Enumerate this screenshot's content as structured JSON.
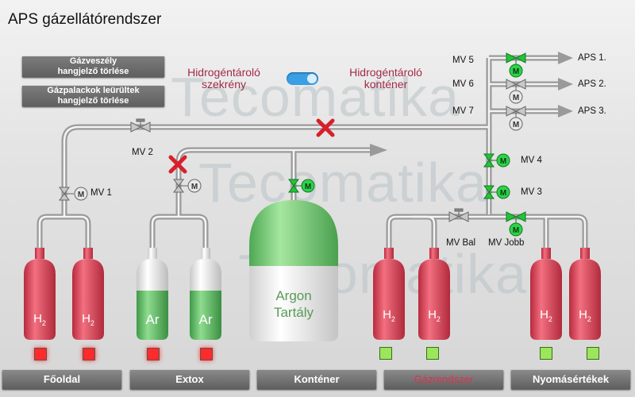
{
  "window": {
    "title": "APS gázellátórendszer"
  },
  "watermark": {
    "text": "Tecomatika"
  },
  "buttons": {
    "gas_leak_reset": [
      "Gázveszély",
      "hangjelző törlése"
    ],
    "cylinder_empty_reset": [
      "Gázpalackok leürültek",
      "hangjelző törlése"
    ]
  },
  "storage": {
    "cabinet_label": [
      "Hidrogéntároló",
      "szekrény"
    ],
    "container_label": [
      "Hidrogéntároló",
      "konténer"
    ],
    "toggle_state": "on"
  },
  "valves": {
    "mv1": "MV 1",
    "mv2": "MV 2",
    "mv3": "MV 3",
    "mv4": "MV 4",
    "mv5": "MV 5",
    "mv6": "MV 6",
    "mv7": "MV 7",
    "mv_left": "MV Bal",
    "mv_right": "MV Jobb",
    "motor_symbol": "M"
  },
  "outputs": {
    "aps1": "APS 1.",
    "aps2": "APS 2.",
    "aps3": "APS 3."
  },
  "cylinders": {
    "h2_main": "H",
    "h2_sub": "2",
    "ar": "Ar"
  },
  "tank": {
    "line1": "Argon",
    "line2": "Tartály"
  },
  "nav": {
    "main": "Főoldal",
    "extox": "Extox",
    "container": "Konténer",
    "gas_system": "Gázrendszer",
    "pressure": "Nyomásértékek"
  },
  "colors": {
    "alarm_red": "#ff2b2b",
    "ok_green": "#9be65a",
    "valve_open": "#22c33a",
    "cylinder_red": "#e0475a",
    "nav_active": "#e03050"
  }
}
